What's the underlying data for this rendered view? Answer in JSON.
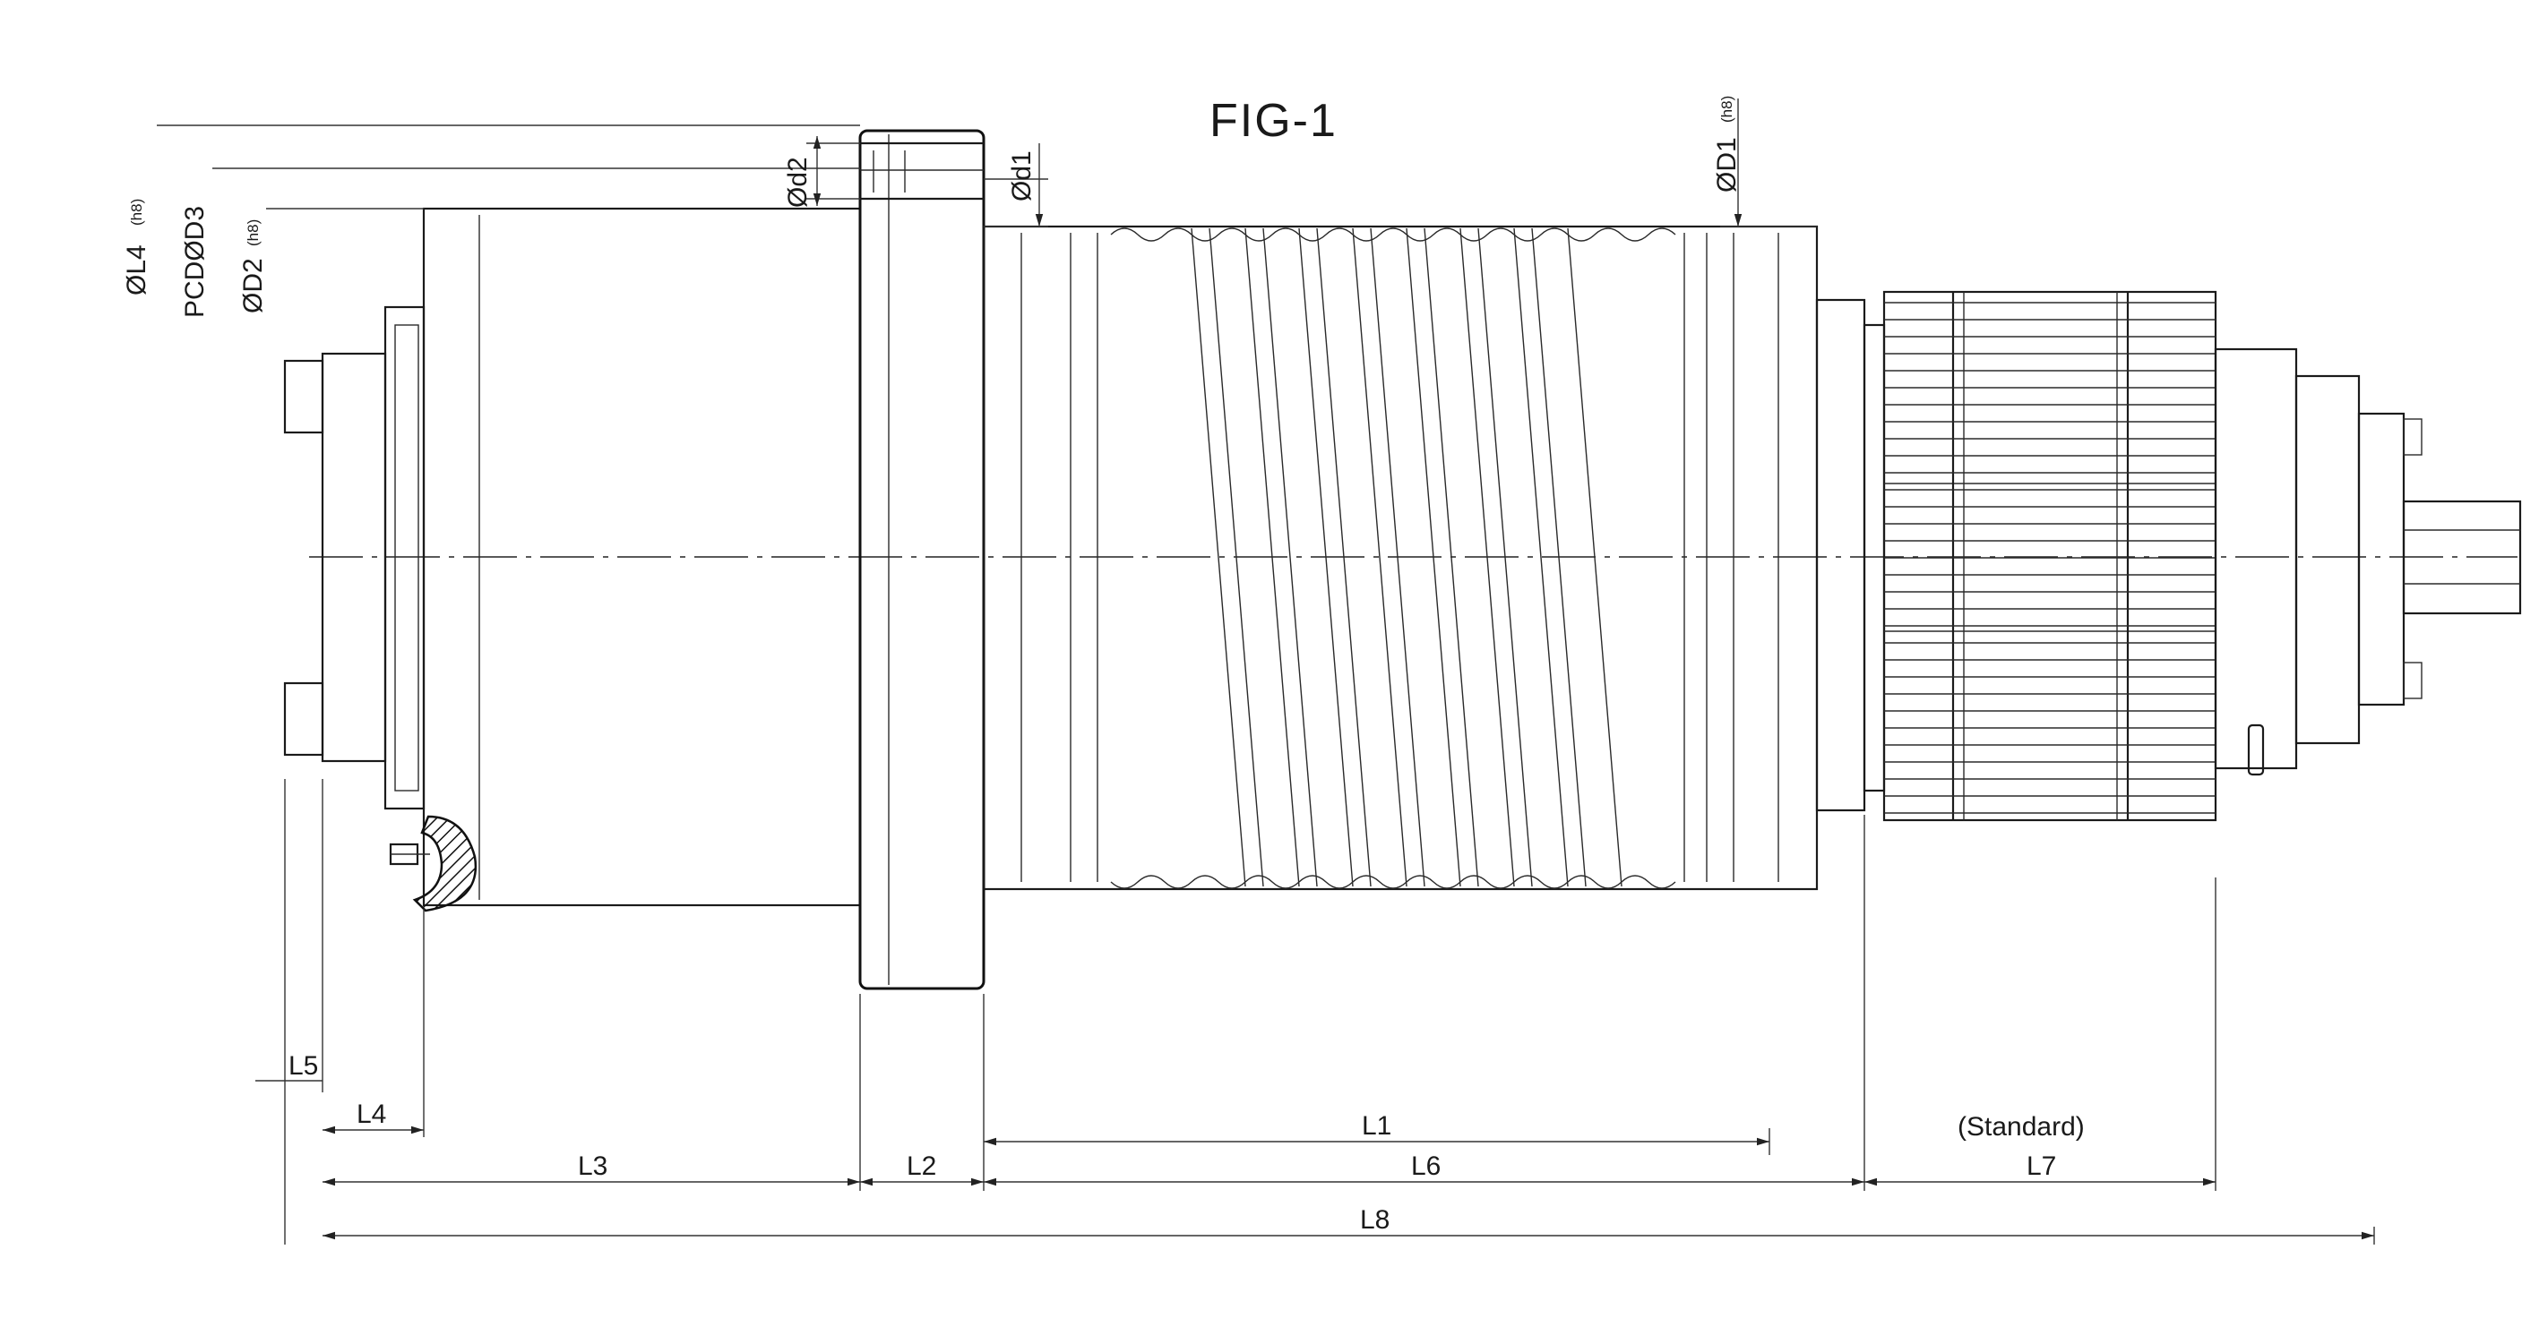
{
  "figure": {
    "title": "FIG-1",
    "diameters": {
      "d2": "Ød2",
      "d1": "Ød1",
      "D1": "ØD1",
      "D1_tol": "(h8)",
      "L4": "ØL4",
      "L4_tol": "(h8)",
      "PCD_D3": "PCDØD3",
      "D2": "ØD2",
      "D2_tol": "(h8)"
    },
    "lengths": {
      "L1": "L1",
      "L2": "L2",
      "L3": "L3",
      "L4": "L4",
      "L5": "L5",
      "L6": "L6",
      "L7": "L7",
      "L8": "L8"
    },
    "note_standard": "(Standard)"
  },
  "colors": {
    "line": "#1a1a1a",
    "background": "#ffffff"
  }
}
